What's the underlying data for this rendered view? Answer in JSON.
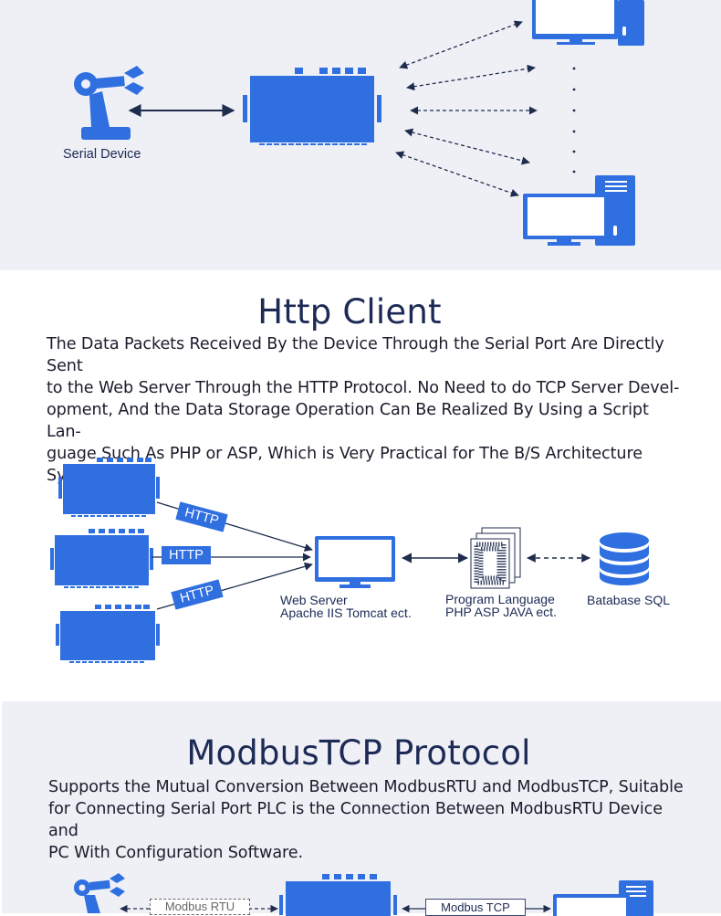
{
  "section1": {
    "serial_device_label": "Serial Device",
    "dots": ".\n.\n.\n.\n.\n."
  },
  "section2": {
    "title": "Http Client",
    "paragraph": "The Data Packets Received By the Device Through the Serial Port Are Directly Sent to the Web Server Through the HTTP Protocol. No Need to do TCP Server Devel-opment, And the Data Storage Operation Can Be Realized By Using a Script Lan-guage Such As PHP or ASP, Which is Very Practical for The B/S Architecture System.",
    "paragraph_lines": [
      "The Data Packets Received By the Device Through the Serial Port Are Directly Sent",
      "to the Web Server Through the HTTP Protocol. No Need to do TCP Server Devel-",
      "opment, And the Data Storage Operation Can Be Realized By Using a Script Lan-",
      "guage Such As PHP or ASP, Which is Very Practical for The B/S Architecture",
      "System."
    ],
    "http_tag": "HTTP",
    "web_server_line1": "Web Server",
    "web_server_line2": "Apache IIS Tomcat ect.",
    "program_line1": "Program Language",
    "program_line2": "PHP ASP JAVA ect.",
    "database_label": "Batabase SQL"
  },
  "section3": {
    "title": "ModbusTCP Protocol",
    "paragraph_lines": [
      "Supports the Mutual Conversion Between ModbusRTU and ModbusTCP, Suitable",
      "for Connecting Serial Port PLC is the Connection Between ModbusRTU Device and",
      "PC With Configuration Software."
    ],
    "modbus_rtu_tag": "Modbus RTU",
    "modbus_tcp_tag": "Modbus TCP"
  },
  "colors": {
    "device_blue": "#2f6fe0",
    "panel_gray": "#eff0f6",
    "title_navy": "#1c2a55"
  }
}
